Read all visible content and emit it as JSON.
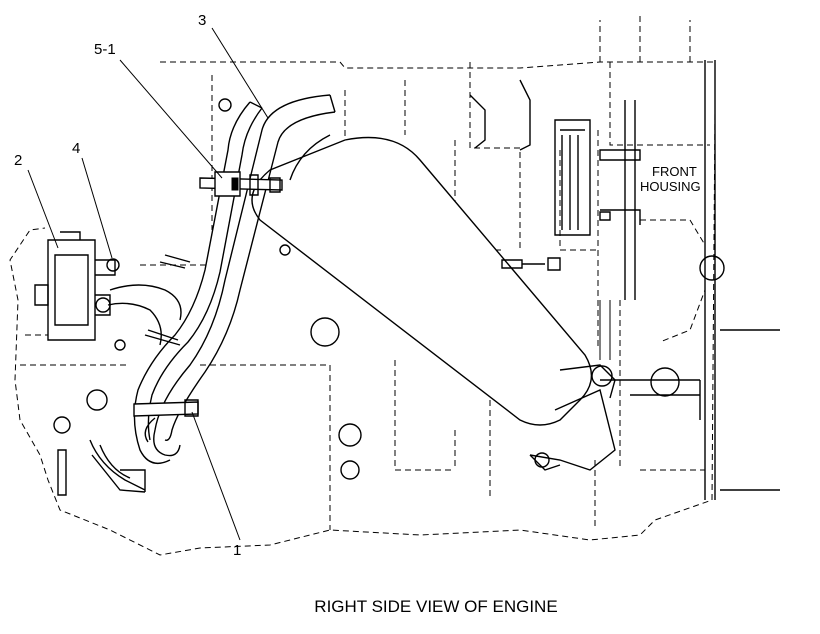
{
  "caption": "RIGHT SIDE VIEW OF ENGINE",
  "callouts": {
    "c1": "1",
    "c2": "2",
    "c3": "3",
    "c4": "4",
    "c5": "5-1"
  },
  "front_housing": {
    "line1": "FRONT",
    "line2": "HOUSING"
  }
}
